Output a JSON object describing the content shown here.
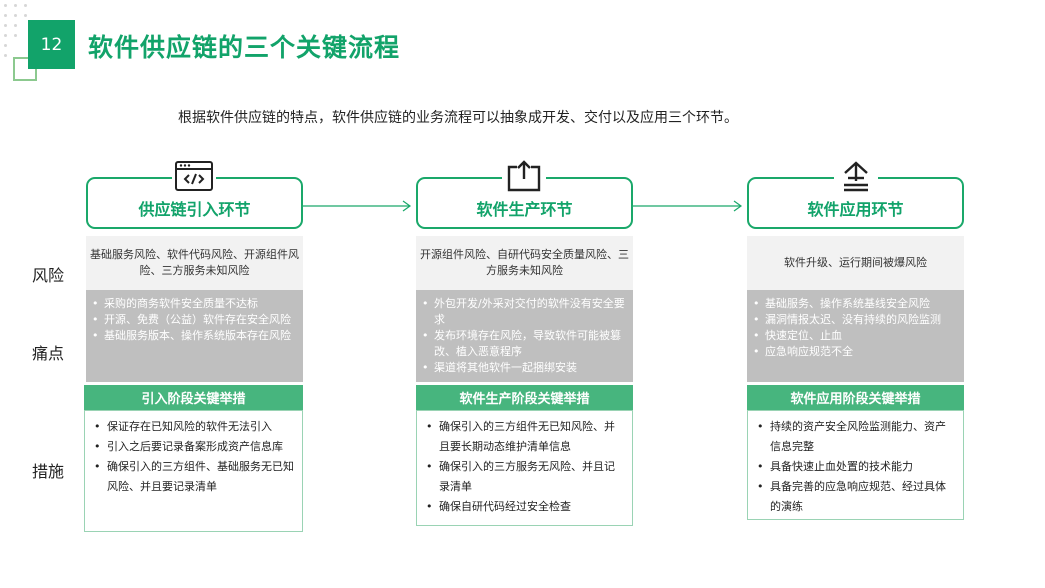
{
  "header": {
    "page_number": "12",
    "title": "软件供应链的三个关键流程",
    "accent_color": "#12a36a"
  },
  "intro": "根据软件供应链的特点，软件供应链的业务流程可以抽象成开发、交付以及应用三个环节。",
  "row_labels": {
    "risk": "风险",
    "pain": "痛点",
    "measures": "措施"
  },
  "stages": [
    {
      "icon": "code-window-icon",
      "label": "供应链引入环节",
      "risk": "基础服务风险、软件代码风险、开源组件风险、三方服务未知风险",
      "pain": [
        "采购的商务软件安全质量不达标",
        "开源、免费（公益）软件存在安全风险",
        "基础服务版本、操作系统版本存在风险"
      ],
      "measures_title": "引入阶段关键举措",
      "measures": [
        "保证存在已知风险的软件无法引入",
        "引入之后要记录备案形成资产信息库",
        "确保引入的三方组件、基础服务无已知风险、并且要记录清单"
      ]
    },
    {
      "icon": "upload-icon",
      "label": "软件生产环节",
      "risk": "开源组件风险、自研代码安全质量风险、三方服务未知风险",
      "pain": [
        "外包开发/外采对交付的软件没有安全要求",
        "发布环境存在风险，导致软件可能被篡改、植入恶意程序",
        "渠道将其他软件一起捆绑安装"
      ],
      "measures_title": "软件生产阶段关键举措",
      "measures": [
        "确保引入的三方组件无已知风险、并且要长期动态维护清单信息",
        "确保引入的三方服务无风险、并且记录清单",
        "确保自研代码经过安全检查"
      ]
    },
    {
      "icon": "deploy-icon",
      "label": "软件应用环节",
      "risk": "软件升级、运行期间被爆风险",
      "pain": [
        "基础服务、操作系统基线安全风险",
        "漏洞情报太迟、没有持续的风险监测",
        "快速定位、止血",
        "应急响应规范不全"
      ],
      "measures_title": "软件应用阶段关键举措",
      "measures": [
        "持续的资产安全风险监测能力、资产信息完整",
        "具备快速止血处置的技术能力",
        "具备完善的应急响应规范、经过具体的演练"
      ]
    }
  ]
}
